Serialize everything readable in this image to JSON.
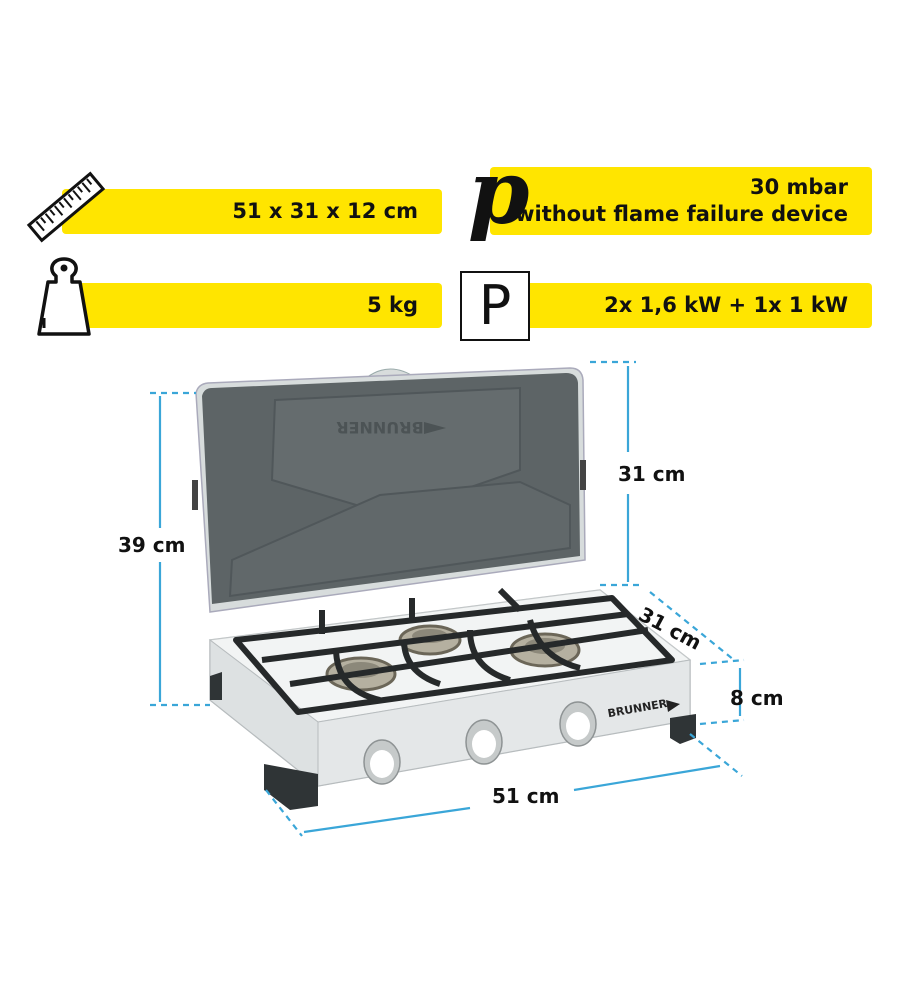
{
  "specs": {
    "dimensions": "51 x 31 x 12 cm",
    "weight": "5 kg",
    "pressure_value": "30 mbar",
    "pressure_note": "without flame failure device",
    "power": "2x 1,6 kW + 1x 1 kW",
    "pressure_symbol": "p",
    "power_symbol": "P"
  },
  "product": {
    "brand": "BRUNNER"
  },
  "dimensions_overlay": {
    "total_height": "39 cm",
    "lid_height": "31 cm",
    "depth": "31 cm",
    "base_height": "8 cm",
    "width": "51 cm"
  },
  "colors": {
    "accent_yellow": "#ffe500",
    "dimension_line_blue": "#3aa6d8",
    "lid_gray": "#5d6466",
    "body_white": "#ecefef"
  },
  "icons": [
    "ruler-icon",
    "weight-icon",
    "pressure-icon",
    "power-icon"
  ]
}
